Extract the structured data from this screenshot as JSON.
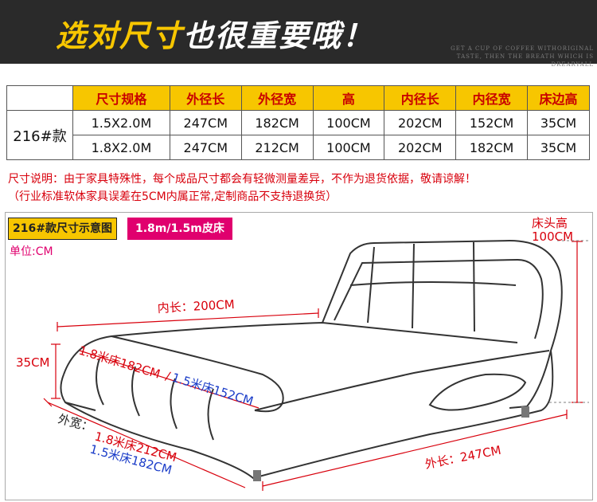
{
  "banner": {
    "title_highlight": "选对尺寸",
    "title_rest": "也很重要哦！",
    "subtitle": "GET A CUP OF COFFEE WITHORIGINAL TASTE, THEN THE BREATH WHICH IS DREARYALL"
  },
  "table": {
    "headers": [
      "尺寸规格",
      "外径长",
      "外径宽",
      "高",
      "内径长",
      "内径宽",
      "床边高"
    ],
    "model": "216#款",
    "rows": [
      [
        "1.5X2.0M",
        "247CM",
        "182CM",
        "100CM",
        "202CM",
        "152CM",
        "35CM"
      ],
      [
        "1.8X2.0M",
        "247CM",
        "212CM",
        "100CM",
        "202CM",
        "182CM",
        "35CM"
      ]
    ]
  },
  "notes": {
    "line1": "尺寸说明：由于家具特殊性，每个成品尺寸都会有轻微测量差异，不作为退货依据，敬请谅解！",
    "line2": "（行业标准软体家具误差在5CM内属正常,定制商品不支持退换货）"
  },
  "diagram": {
    "model_tag": "216#款尺寸示意图",
    "type_tag": "1.8m/1.5m皮床",
    "unit": "单位:CM",
    "headboard_label": "床头高",
    "headboard_value": "100CM",
    "inner_length": "内长：200CM",
    "side_height": "35CM",
    "inner_width_18": "1.8米床182CM",
    "inner_width_15": "1.5米床152CM",
    "inner_width_sep": "/",
    "outer_width_label": "外宽：",
    "outer_width_18": "1.8米床212CM",
    "outer_width_15": "1.5米床182CM",
    "outer_length": "外长：247CM"
  },
  "colors": {
    "accent_yellow": "#f7c600",
    "label_red": "#d8000c",
    "tag_magenta": "#e0006e",
    "label_blue": "#1a3cc8",
    "banner_bg": "#2a2a2a"
  }
}
